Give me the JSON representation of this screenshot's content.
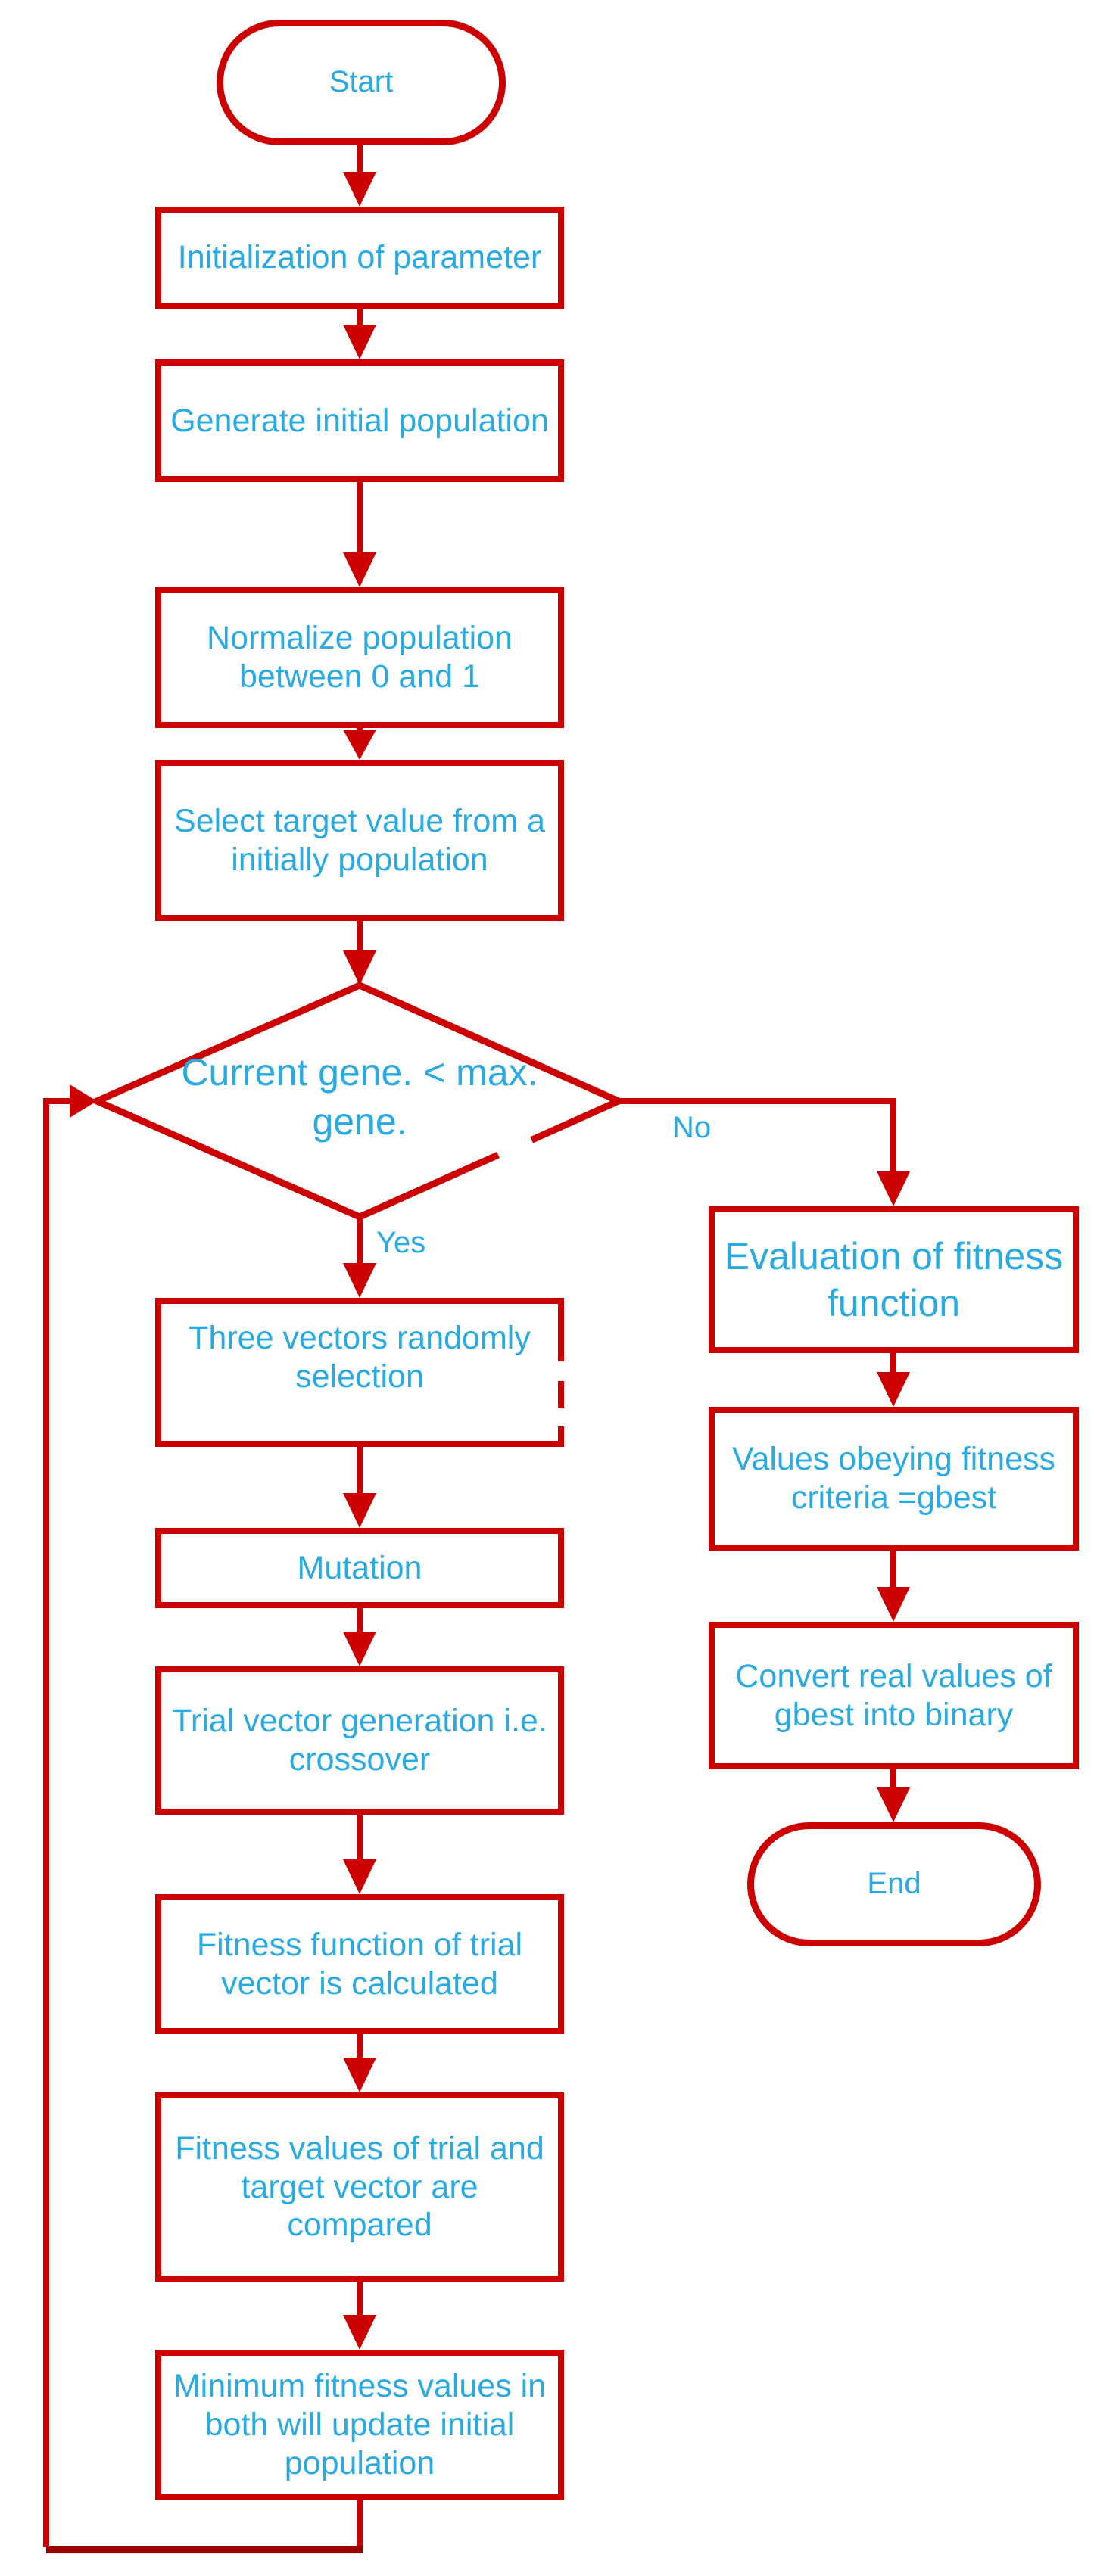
{
  "colors": {
    "red": "#cc0000",
    "dark_red": "#990000",
    "blue": "#29abe2",
    "background": "#ffffff"
  },
  "flowchart": {
    "start": {
      "label": "Start"
    },
    "init_param": {
      "label": "Initialization of parameter"
    },
    "gen_pop": {
      "label": "Generate initial population"
    },
    "normalize": {
      "label": "Normalize population between 0 and 1"
    },
    "select_target": {
      "label": "Select target value from a initially population"
    },
    "decision": {
      "label": "Current gene. < max. gene.",
      "yes_label": "Yes",
      "no_label": "No"
    },
    "three_vectors": {
      "label": "Three vectors randomly selection"
    },
    "mutation": {
      "label": "Mutation"
    },
    "trial_vector": {
      "label": "Trial vector generation i.e. crossover"
    },
    "fitness_trial": {
      "label": "Fitness function of trial vector is calculated"
    },
    "fitness_compare": {
      "label": "Fitness values of trial and target vector are compared"
    },
    "min_update": {
      "label": "Minimum fitness values in both will update initial population"
    },
    "eval_fitness": {
      "label": "Evaluation of fitness function"
    },
    "values_gbest": {
      "label": "Values obeying fitness criteria =gbest"
    },
    "convert_binary": {
      "label": "Convert real values of gbest into binary"
    },
    "end": {
      "label": "End"
    }
  }
}
